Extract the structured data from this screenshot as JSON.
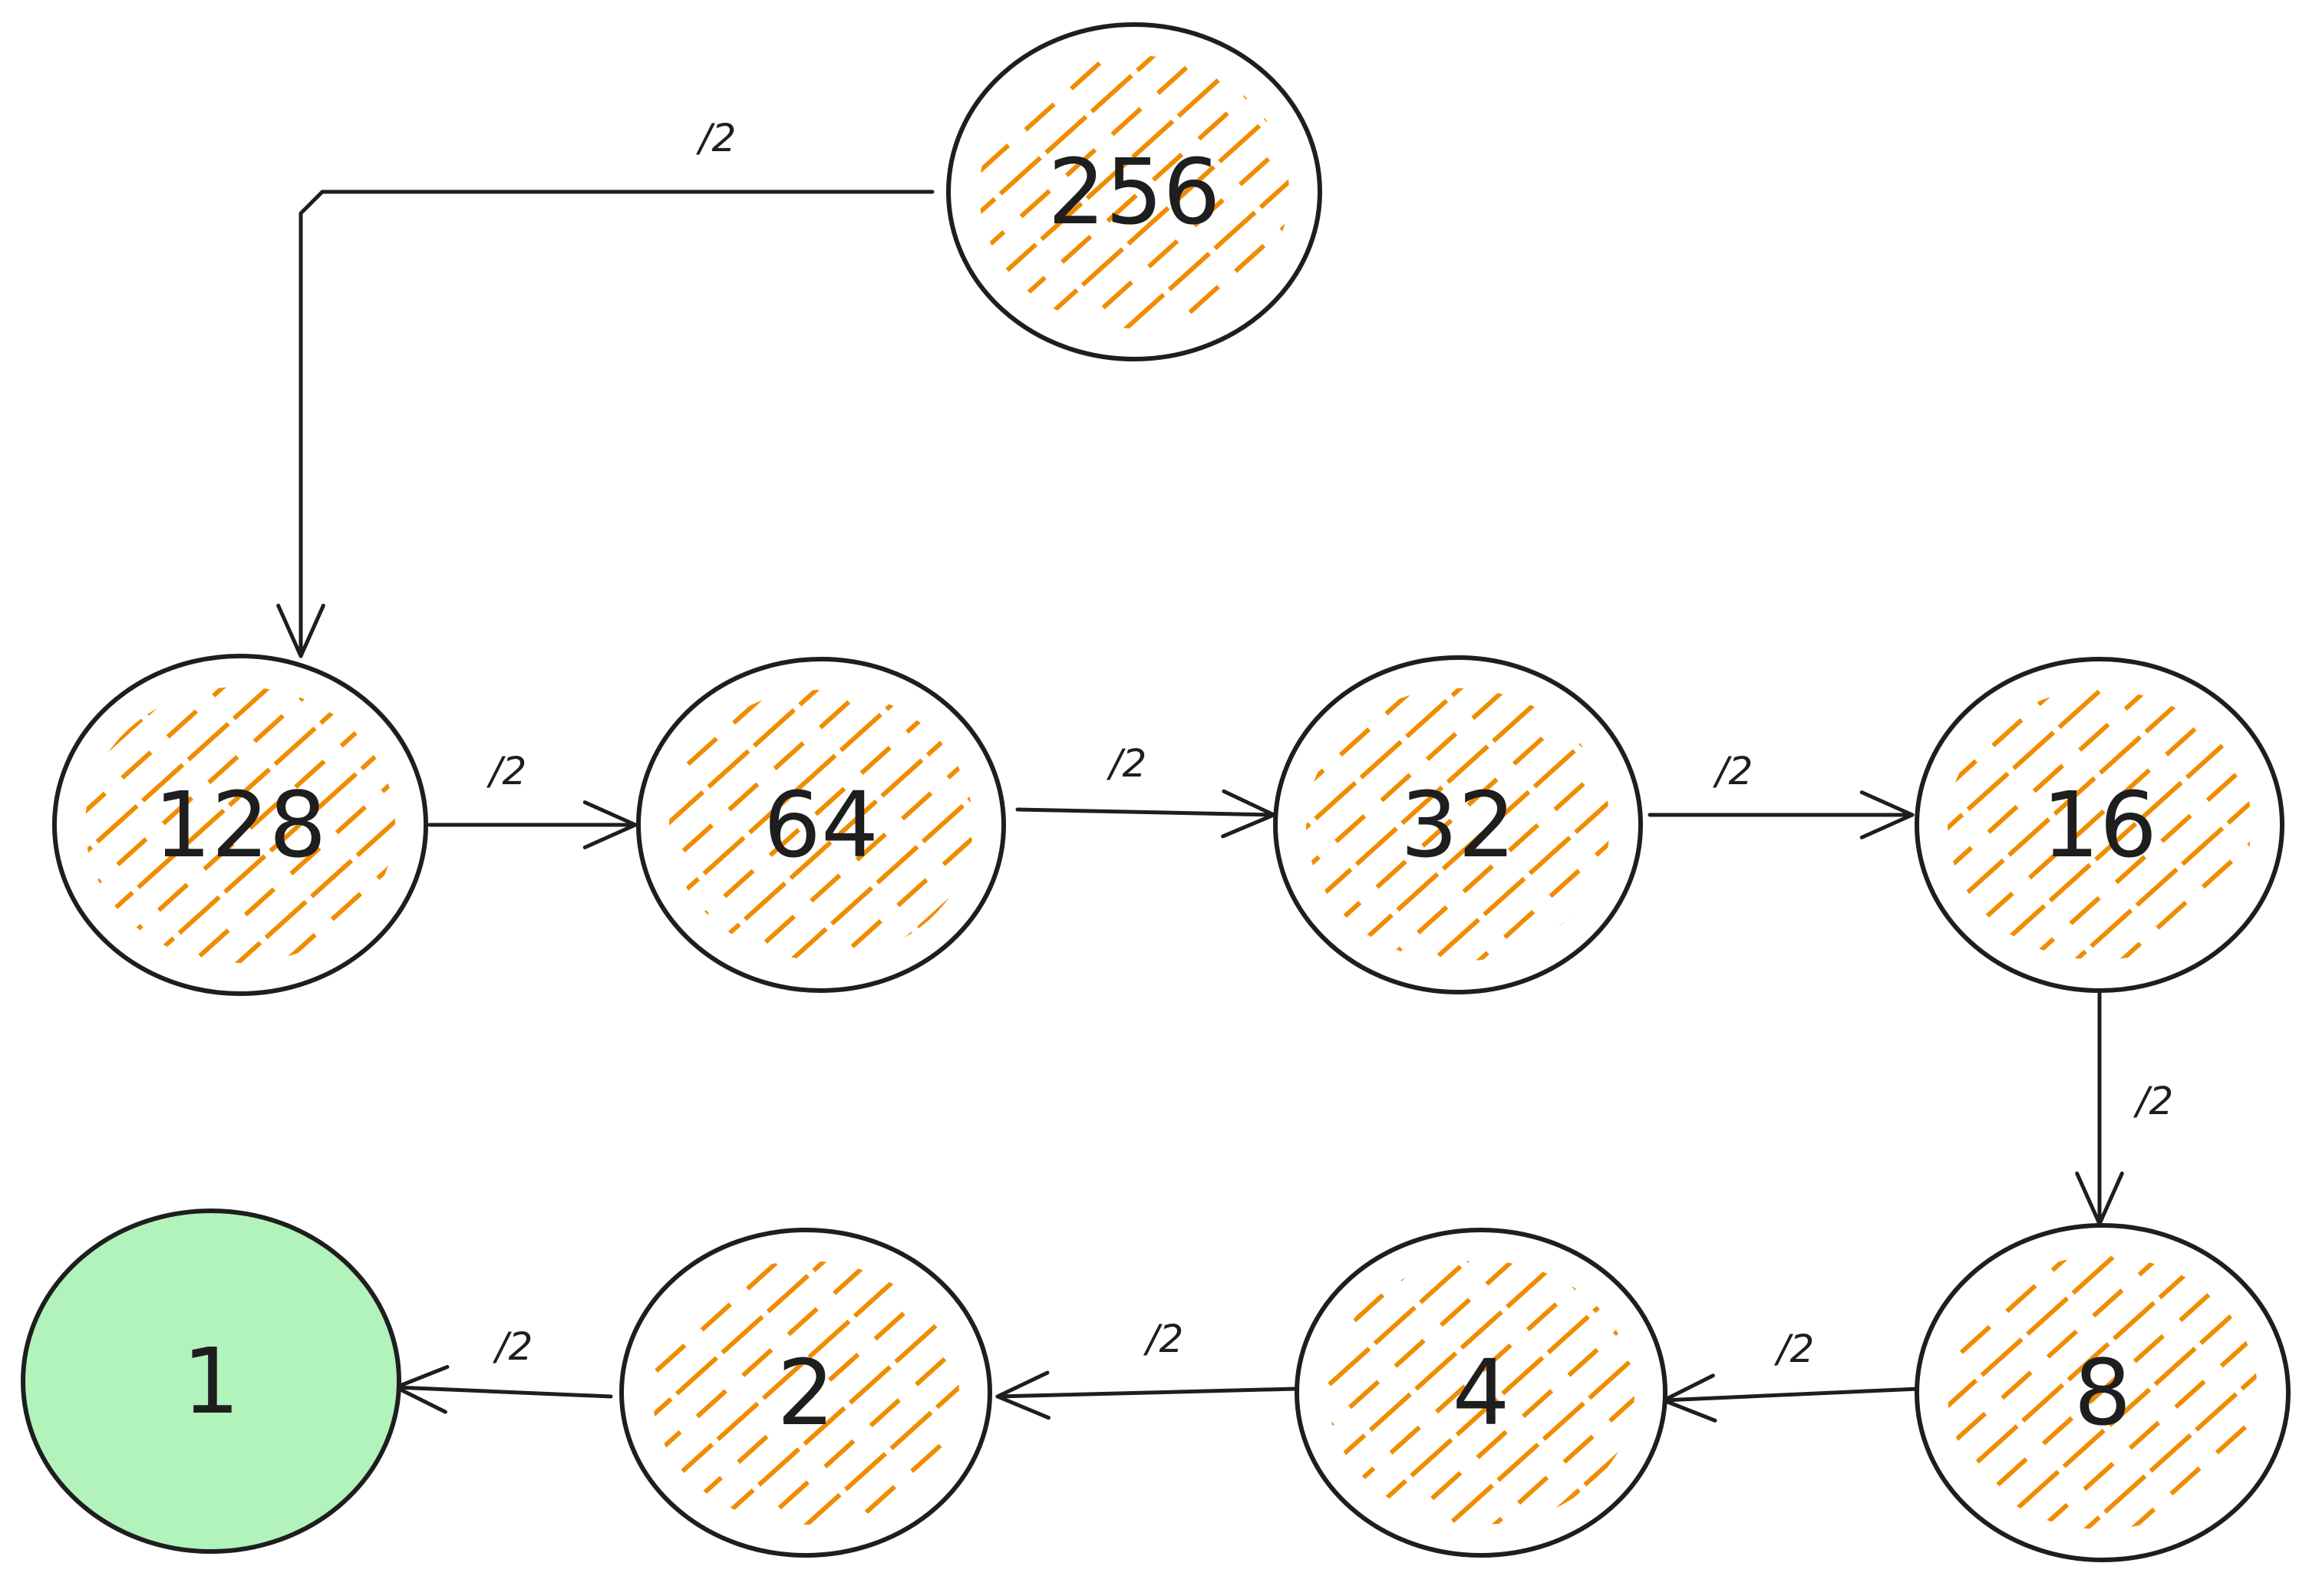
{
  "colors": {
    "stroke": "#1e1e1e",
    "hatch": "#f08c00",
    "terminal_fill": "#b2f2bb",
    "background": "#ffffff"
  },
  "nodes": [
    {
      "id": "n256",
      "label": "256",
      "style": "hatched"
    },
    {
      "id": "n128",
      "label": "128",
      "style": "hatched"
    },
    {
      "id": "n64",
      "label": "64",
      "style": "hatched"
    },
    {
      "id": "n32",
      "label": "32",
      "style": "hatched"
    },
    {
      "id": "n16",
      "label": "16",
      "style": "hatched"
    },
    {
      "id": "n8",
      "label": "8",
      "style": "hatched"
    },
    {
      "id": "n4",
      "label": "4",
      "style": "hatched"
    },
    {
      "id": "n2",
      "label": "2",
      "style": "hatched"
    },
    {
      "id": "n1",
      "label": "1",
      "style": "solid-green"
    }
  ],
  "edges": [
    {
      "from": "n256",
      "to": "n128",
      "label": "/2"
    },
    {
      "from": "n128",
      "to": "n64",
      "label": "/2"
    },
    {
      "from": "n64",
      "to": "n32",
      "label": "/2"
    },
    {
      "from": "n32",
      "to": "n16",
      "label": "/2"
    },
    {
      "from": "n16",
      "to": "n8",
      "label": "/2"
    },
    {
      "from": "n8",
      "to": "n4",
      "label": "/2"
    },
    {
      "from": "n4",
      "to": "n2",
      "label": "/2"
    },
    {
      "from": "n2",
      "to": "n1",
      "label": "/2"
    }
  ]
}
